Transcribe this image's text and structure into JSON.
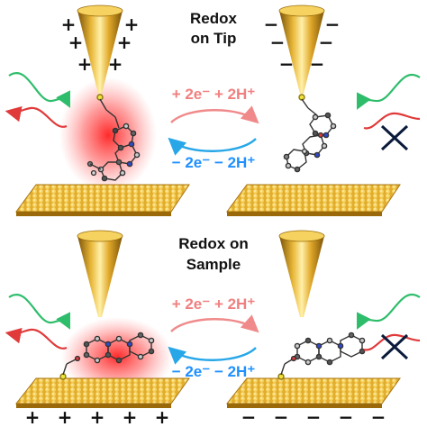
{
  "panels": {
    "top": {
      "heading_lines": [
        "Redox",
        "on Tip"
      ],
      "oxidation": "+ 2e⁻ + 2H⁺",
      "reduction": "− 2e⁻ − 2H⁺",
      "left_charge": "+",
      "right_charge": "−"
    },
    "bottom": {
      "heading_lines": [
        "Redox on",
        "Sample"
      ],
      "oxidation": "+ 2e⁻ + 2H⁺",
      "reduction": "− 2e⁻ − 2H⁺",
      "left_charge": "+",
      "right_charge": "−"
    }
  },
  "colors": {
    "gold": "#d9a21b",
    "gold_dark": "#8a5e06",
    "oxidation_text": "#f08080",
    "reduction_text": "#1e90ff",
    "incident_arrow": "#2ebd6b",
    "scattered_arrow": "#e03a3a",
    "glow": "#ff2a2a",
    "block_mark": "#0a1a3a"
  },
  "icons": [
    "gold-tip",
    "gold-substrate",
    "molecule",
    "raman-incident-arrow",
    "raman-scattered-arrow",
    "blocked-cross",
    "redox-cycle-arrows"
  ]
}
